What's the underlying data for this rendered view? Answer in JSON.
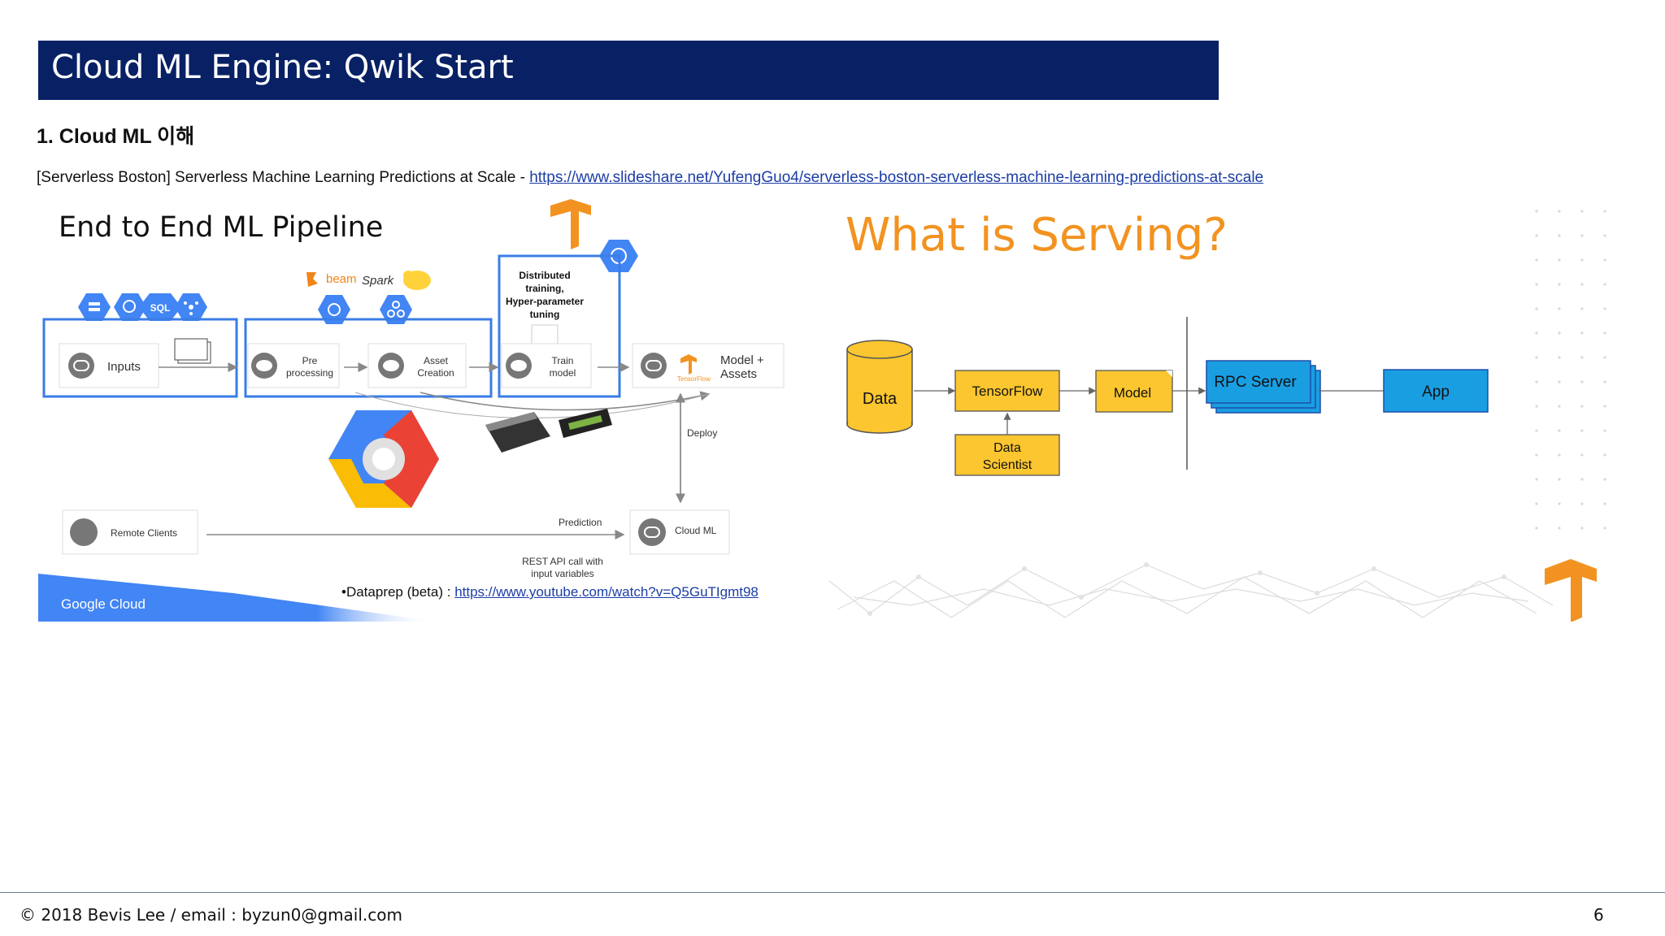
{
  "slide": {
    "title": "Cloud ML Engine: Qwik Start",
    "section_heading": "1. Cloud ML 이해",
    "reference": {
      "prefix": "[Serverless Boston] Serverless Machine Learning Predictions at Scale - ",
      "link_text": "https://www.slideshare.net/YufengGuo4/serverless-boston-serverless-machine-learning-predictions-at-scale"
    }
  },
  "pipeline": {
    "title": "End to End ML Pipeline",
    "inputs": "Inputs",
    "preprocessing_line1": "Pre",
    "preprocessing_line2": "processing",
    "asset_line1": "Asset",
    "asset_line2": "Creation",
    "train_line1": "Train",
    "train_line2": "model",
    "model_assets_line1": "Model +",
    "model_assets_line2": "Assets",
    "tensorflow_small": "TensorFlow",
    "distributed_line1": "Distributed",
    "distributed_line2": "training,",
    "distributed_line3": "Hyper-parameter",
    "distributed_line4": "tuning",
    "beam": "beam",
    "spark": "Spark",
    "sql": "SQL",
    "deploy": "Deploy",
    "prediction": "Prediction",
    "remote_clients": "Remote Clients",
    "cloud_ml": "Cloud ML",
    "rest_line1": "REST API call with",
    "rest_line2": "input variables",
    "google_cloud": "Google Cloud",
    "dataprep_prefix": "•Dataprep (beta) : ",
    "dataprep_link": "https://www.youtube.com/watch?v=Q5GuTIgmt98"
  },
  "serving": {
    "title": "What is Serving?",
    "data": "Data",
    "tensorflow": "TensorFlow",
    "model": "Model",
    "rpc_server": "RPC Server",
    "app": "App",
    "data_scientist_line1": "Data",
    "data_scientist_line2": "Scientist"
  },
  "footer": {
    "copyright": "© 2018 Bevis Lee  / email : byzun0@gmail.com",
    "page_number": "6"
  },
  "colors": {
    "title_bar": "#082064",
    "link": "#1b3da6",
    "accent_blue": "#4285f4",
    "serving_orange": "#f29321",
    "serving_yellow": "#fbc62f",
    "app_blue": "#1a9ee2"
  }
}
